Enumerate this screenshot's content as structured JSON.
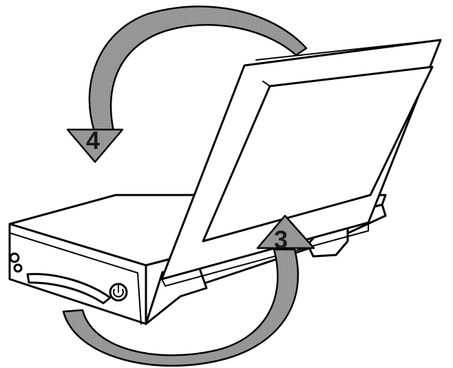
{
  "diagram": {
    "colors": {
      "arrow_fill": "#9a9a9a",
      "outline": "#000000",
      "background": "#ffffff"
    },
    "steps": [
      {
        "label": "4",
        "direction": "close-lid"
      },
      {
        "label": "3",
        "direction": "open-lid"
      }
    ],
    "icons": {
      "power_button": "power-icon"
    }
  }
}
